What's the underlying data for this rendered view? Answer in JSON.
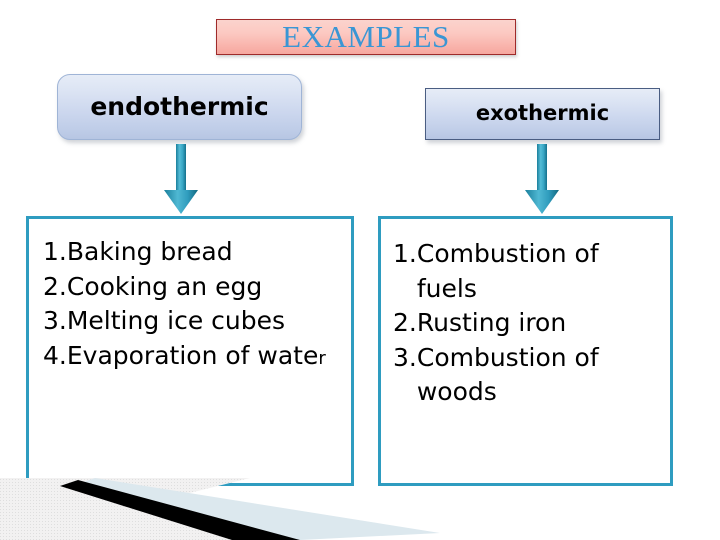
{
  "slide": {
    "title": "EXAMPLES",
    "title_color": "#3a96d4",
    "banner_border_color": "#9e2a2a",
    "accent_color": "#2e9cc0",
    "background_color": "#ffffff"
  },
  "columns": {
    "left": {
      "header": "endothermic",
      "arrow": "down-arrow",
      "items": [
        {
          "number": "1.",
          "text": "Baking bread"
        },
        {
          "number": "2.",
          "text": "Cooking an egg"
        },
        {
          "number": "3.",
          "text": "Melting ice cubes"
        },
        {
          "number": "4.",
          "text": "Evaporation of wate",
          "tail": "r"
        }
      ]
    },
    "right": {
      "header": "exothermic",
      "arrow": "down-arrow",
      "items": [
        {
          "number": "1.",
          "text": "Combustion of fuels"
        },
        {
          "number": "2.",
          "text": "Rusting iron"
        },
        {
          "number": "3.",
          "text": "Combustion of woods"
        }
      ]
    }
  },
  "decoration": {
    "wedge_color": "#dce8ee",
    "stripe_color": "#000000",
    "halftone_color": "#e2e2e2"
  }
}
